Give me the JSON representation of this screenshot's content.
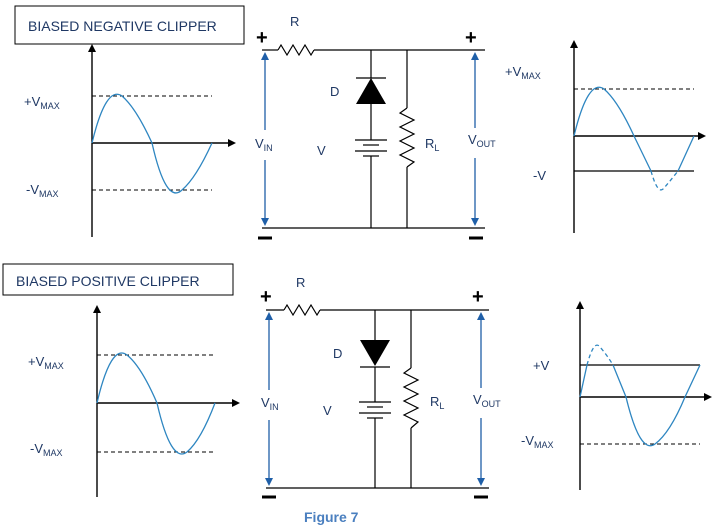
{
  "top": {
    "title": "BIASED NEGATIVE CLIPPER",
    "input_wave": {
      "vmax_pos": "+V",
      "vmax_neg": "-V",
      "max_sub": "MAX"
    },
    "circuit": {
      "plus_left": "+",
      "plus_right": "+",
      "minus_left": "−",
      "minus_right": "−",
      "resistor": "R",
      "diode": "D",
      "battery": "V",
      "load": "R",
      "load_sub": "L",
      "vin": "V",
      "vin_sub": "IN",
      "vout": "V",
      "vout_sub": "OUT"
    },
    "output_wave": {
      "vmax_pos": "+V",
      "max_sub": "MAX",
      "bias": "-V"
    }
  },
  "bottom": {
    "title": "BIASED POSITIVE CLIPPER",
    "input_wave": {
      "vmax_pos": "+V",
      "vmax_neg": "-V",
      "max_sub": "MAX"
    },
    "circuit": {
      "plus_left": "+",
      "plus_right": "+",
      "minus_left": "−",
      "minus_right": "−",
      "resistor": "R",
      "diode": "D",
      "battery": "V",
      "load": "R",
      "load_sub": "L",
      "vin": "V",
      "vin_sub": "IN",
      "vout": "V",
      "vout_sub": "OUT"
    },
    "output_wave": {
      "bias": "+V",
      "vmax_neg": "-V",
      "max_sub": "MAX"
    }
  },
  "caption": "Figure 7",
  "colors": {
    "waveform": "#2e86c1",
    "label": "#1f3864",
    "caption": "#4a7fbf"
  }
}
